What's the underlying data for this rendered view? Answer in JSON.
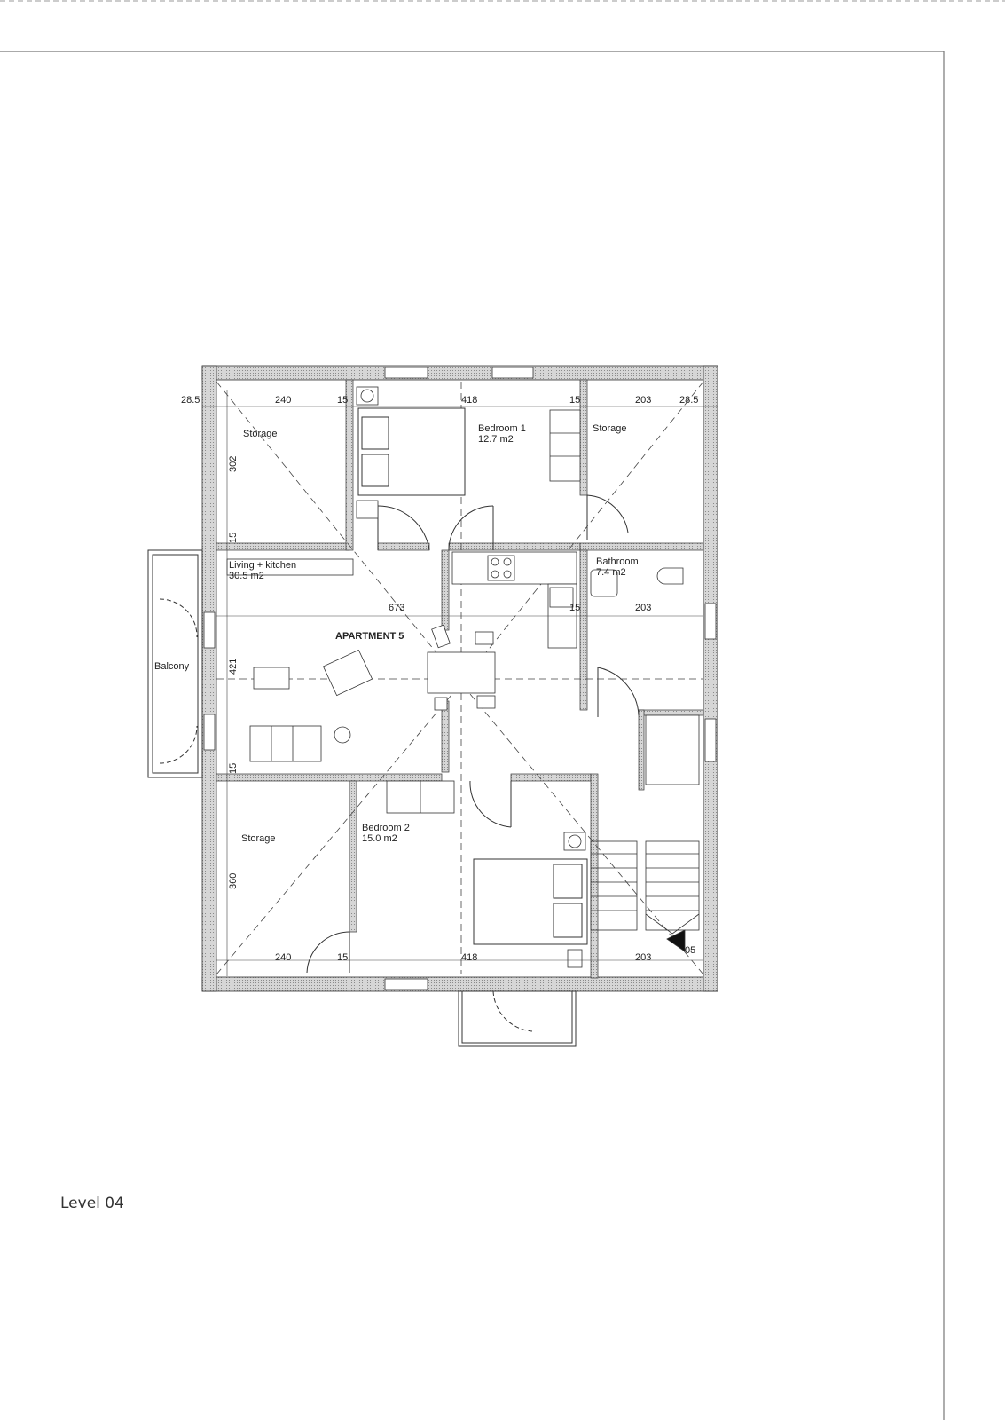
{
  "sheet": {
    "level_label": "Level 04"
  },
  "plan": {
    "apartment_label": "APARTMENT 5",
    "rooms": {
      "storage_nw": "Storage",
      "bedroom1": "Bedroom 1",
      "bedroom1_area": "12.7 m2",
      "storage_ne": "Storage",
      "living": "Living + kitchen",
      "living_area": "30.5 m2",
      "bathroom": "Bathroom",
      "bathroom_area": "7.4 m2",
      "balcony": "Balcony",
      "storage_sw": "Storage",
      "bedroom2": "Bedroom 2",
      "bedroom2_area": "15.0 m2"
    },
    "dimensions": {
      "top_left_edge": "28.5",
      "top_240": "240",
      "top_15a": "15",
      "top_418": "418",
      "top_15b": "15",
      "top_203": "203",
      "top_right_edge": "28.5",
      "left_302": "302",
      "left_15a": "15",
      "left_421": "421",
      "left_15b": "15",
      "left_360": "360",
      "mid_673": "673",
      "mid_15": "15",
      "mid_203": "203",
      "bottom_240": "240",
      "bottom_15": "15",
      "bottom_418": "418",
      "bottom_203": "203",
      "stair_05": "05"
    }
  }
}
